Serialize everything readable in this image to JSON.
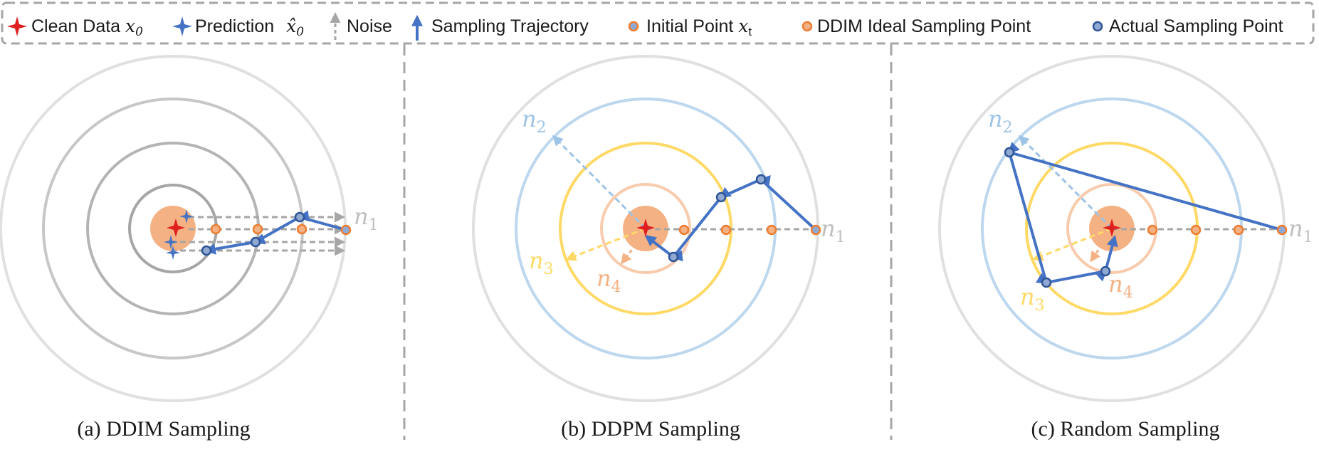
{
  "legend": {
    "clean_data": {
      "label": "Clean Data",
      "symbol": "x",
      "sub": "0"
    },
    "prediction": {
      "label": "Prediction",
      "symbol": "x̂",
      "sub": "0"
    },
    "noise": {
      "label": "Noise"
    },
    "trajectory": {
      "label": "Sampling Trajectory"
    },
    "initial_point": {
      "label": "Initial Point",
      "symbol": "x",
      "sub": "t"
    },
    "ideal_point": {
      "label": "DDIM Ideal Sampling Point"
    },
    "actual_point": {
      "label": "Actual Sampling Point"
    }
  },
  "panels": [
    {
      "caption": "(a) DDIM Sampling",
      "labels": [
        {
          "n": "n",
          "sub": "1"
        }
      ]
    },
    {
      "caption": "(b) DDPM Sampling",
      "labels": [
        {
          "n": "n",
          "sub": "1"
        },
        {
          "n": "n",
          "sub": "2"
        },
        {
          "n": "n",
          "sub": "3"
        },
        {
          "n": "n",
          "sub": "4"
        }
      ]
    },
    {
      "caption": "(c) Random Sampling",
      "labels": [
        {
          "n": "n",
          "sub": "1"
        },
        {
          "n": "n",
          "sub": "2"
        },
        {
          "n": "n",
          "sub": "3"
        },
        {
          "n": "n",
          "sub": "4"
        }
      ]
    }
  ],
  "colors": {
    "clean": "#e02020",
    "prediction": "#4472c4",
    "trajectory": "#4472c4",
    "noise": "#a6a6a6",
    "orange": "#ed7d31",
    "blue_ring": "#bdd7ee",
    "yellow_ring": "#ffd966",
    "peach_ring": "#f8cbad",
    "gray_ring": "#bfbfbf",
    "light_gray_ring": "#e0e0e0"
  }
}
